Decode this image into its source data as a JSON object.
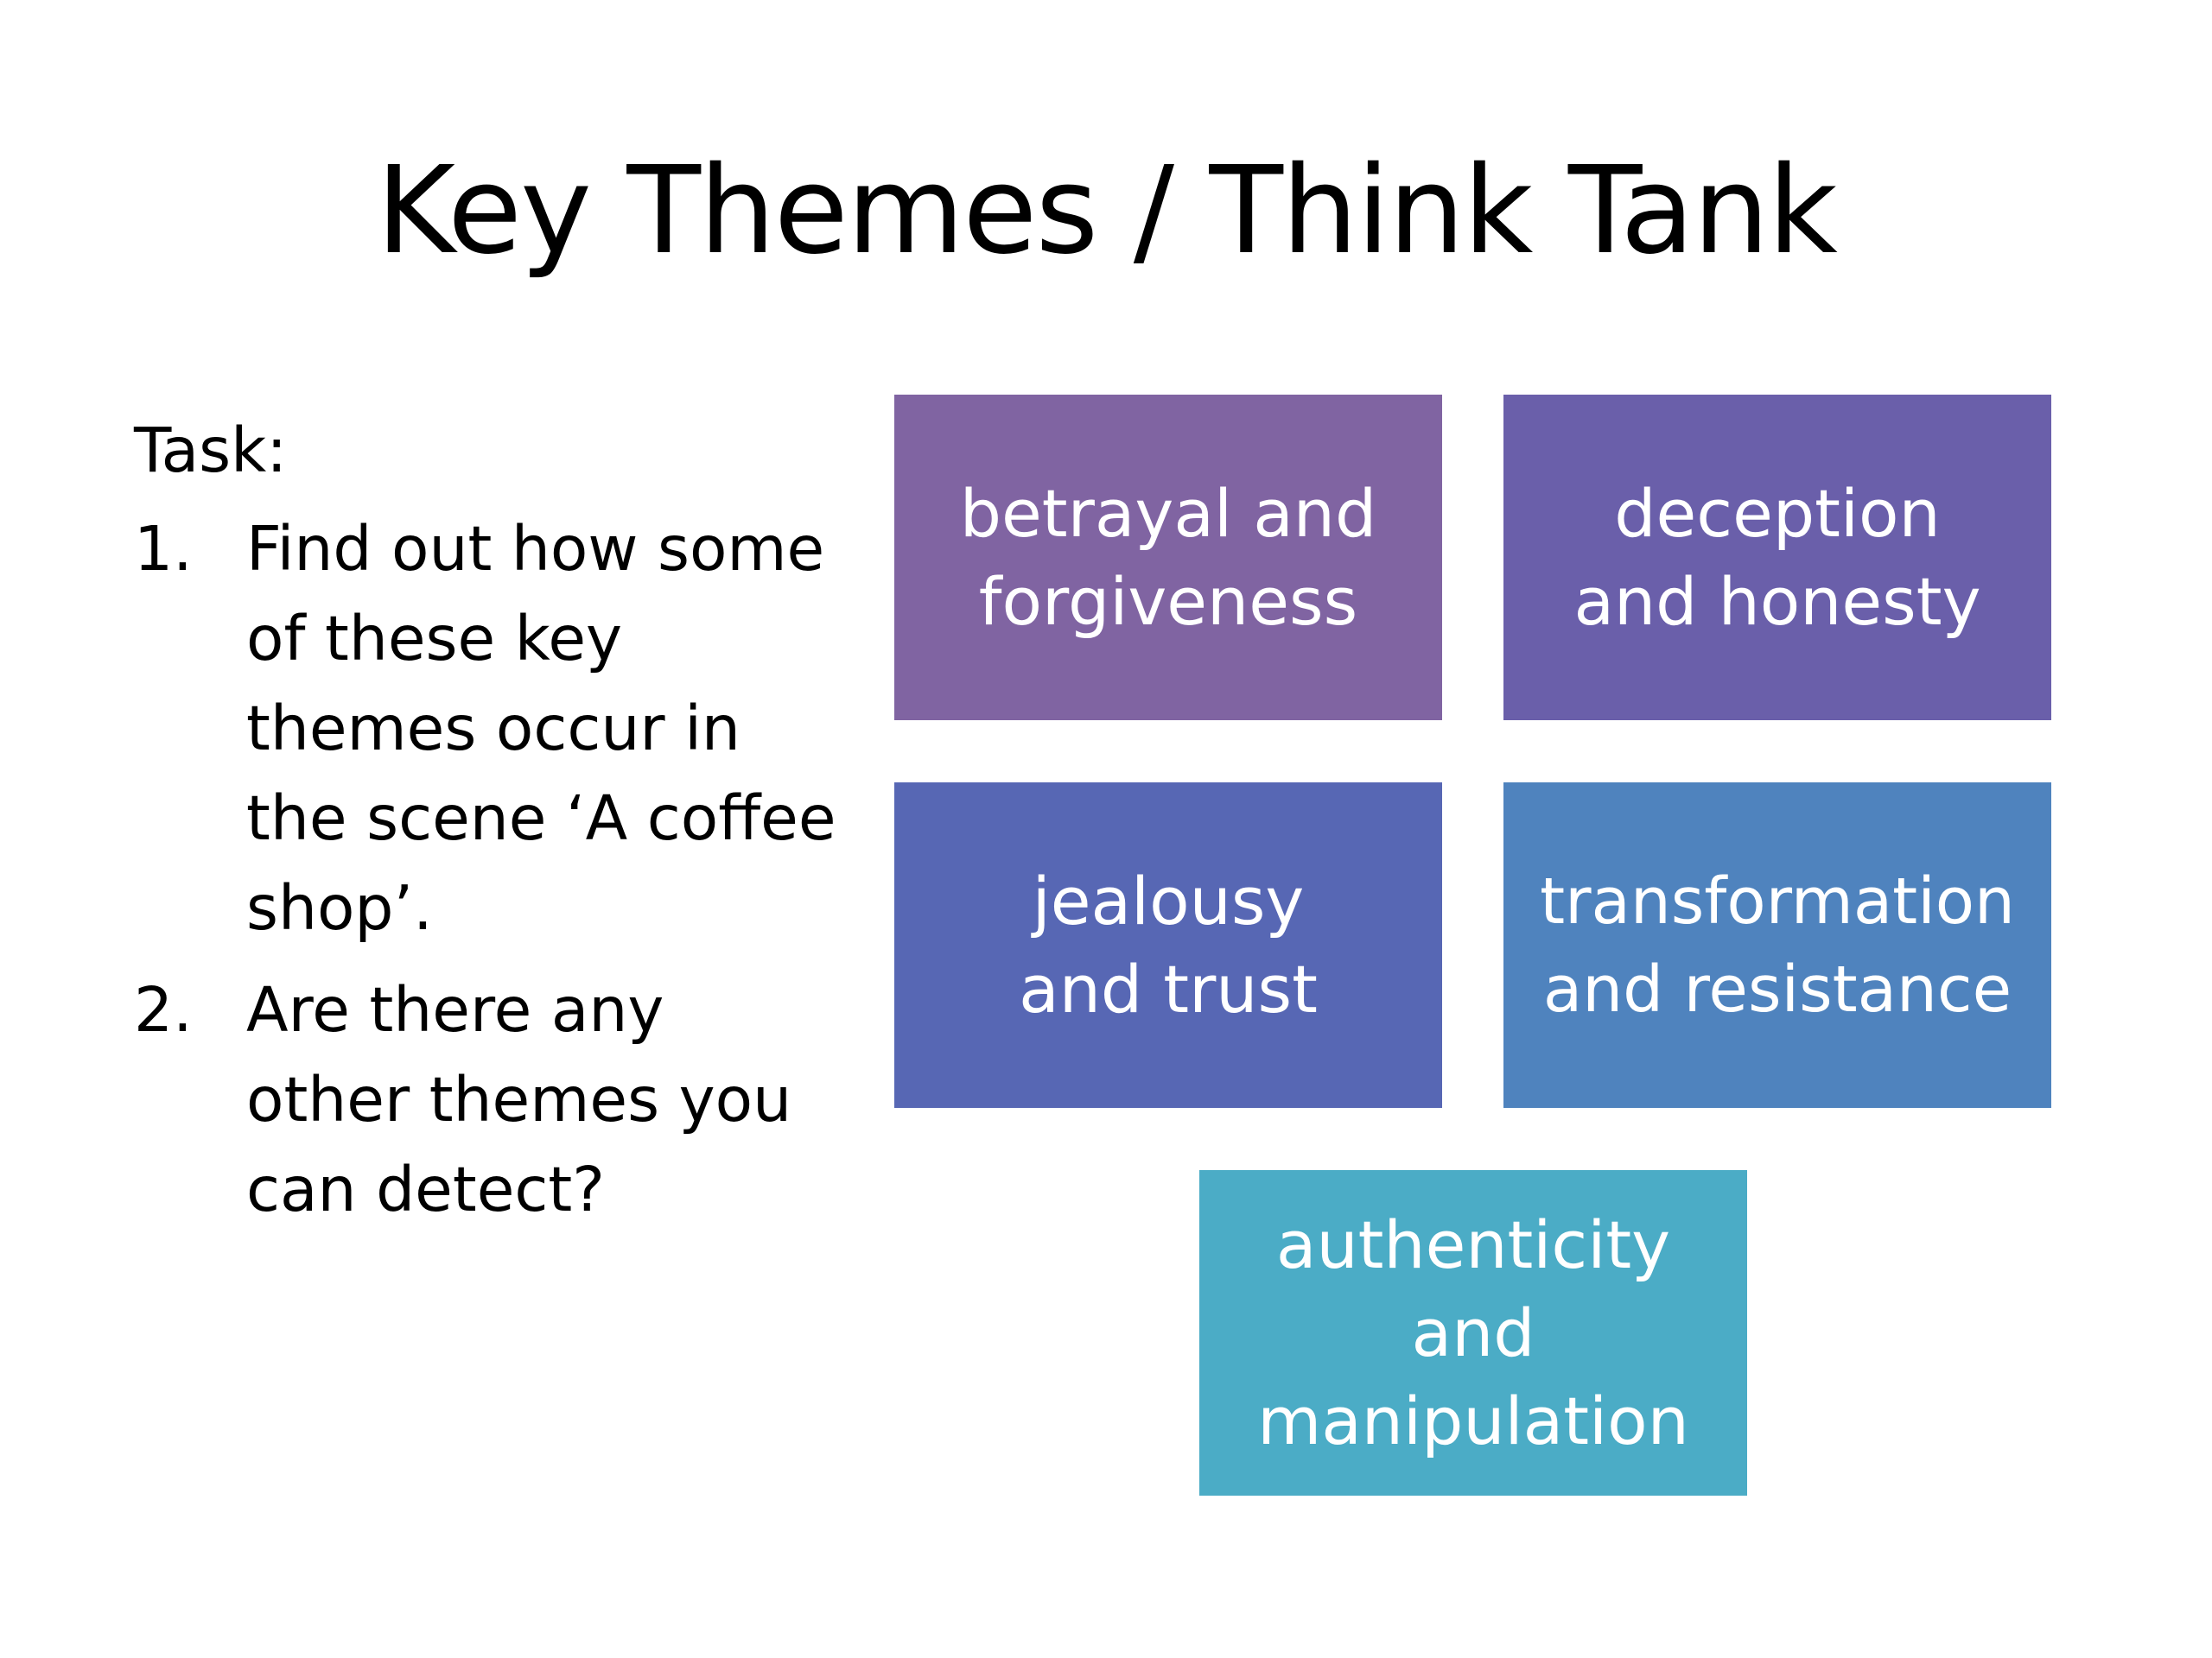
{
  "slide": {
    "title": "Key Themes / Think Tank",
    "task": {
      "heading": "Task:",
      "items": [
        {
          "number": "1.",
          "text": "Find out how some of these key themes occur in the scene ‘A coffee shop’."
        },
        {
          "number": "2.",
          "text": "Are there any other themes you can detect?"
        }
      ]
    },
    "themes": [
      {
        "label": "betrayal and\nforgiveness",
        "color": "#8064A2"
      },
      {
        "label": "deception\nand honesty",
        "color": "#6A5FAA"
      },
      {
        "label": "jealousy\nand trust",
        "color": "#5767B4"
      },
      {
        "label": "transformation\nand resistance",
        "color": "#4F83BE"
      },
      {
        "label": "authenticity\nand\nmanipulation",
        "color": "#4BACC6"
      }
    ]
  }
}
